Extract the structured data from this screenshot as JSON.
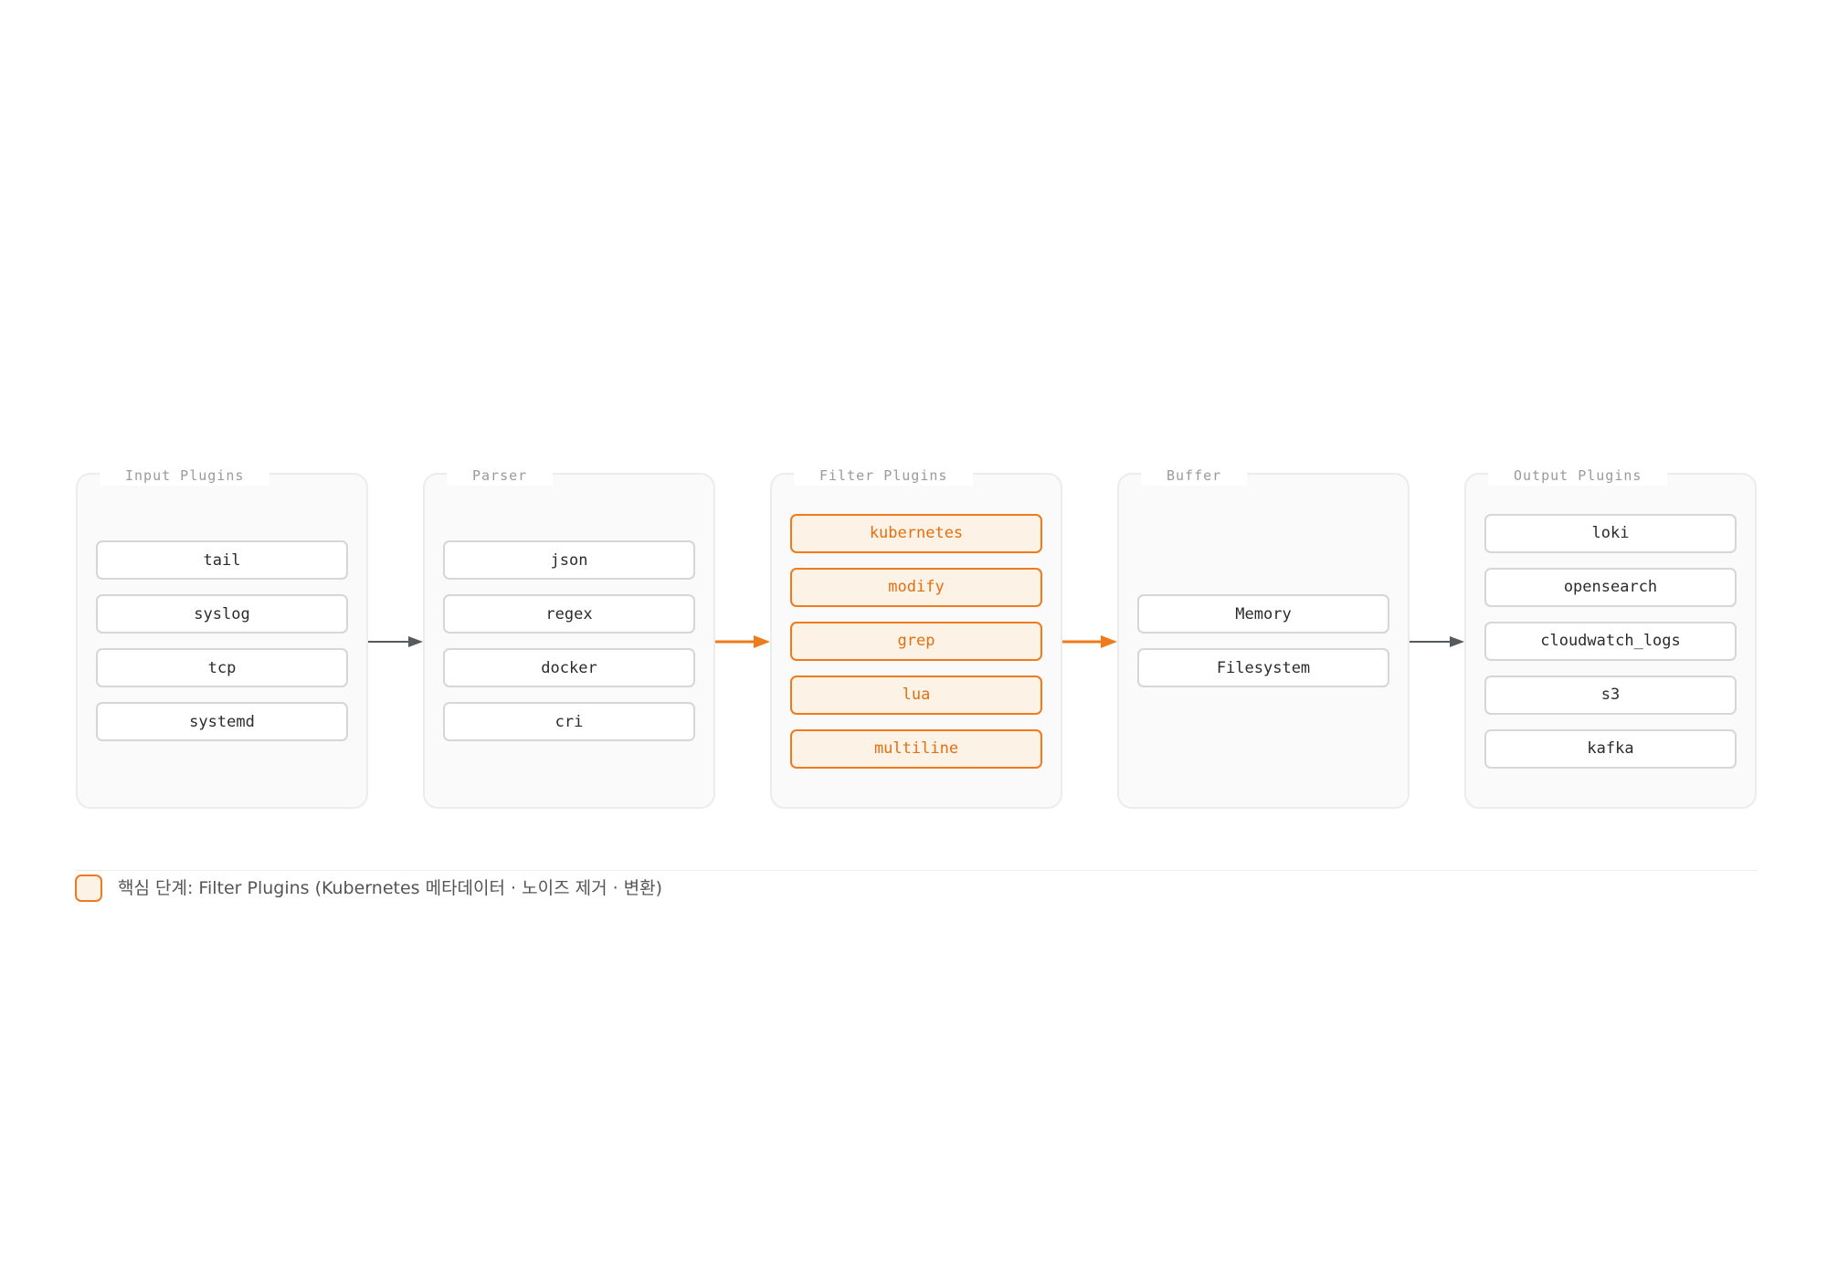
{
  "stages": [
    {
      "label": "Input Plugins",
      "key": false,
      "items": [
        "tail",
        "syslog",
        "tcp",
        "systemd"
      ]
    },
    {
      "label": "Parser",
      "key": false,
      "items": [
        "json",
        "regex",
        "docker",
        "cri"
      ]
    },
    {
      "label": "Filter Plugins",
      "key": true,
      "items": [
        "kubernetes",
        "modify",
        "grep",
        "lua",
        "multiline"
      ]
    },
    {
      "label": "Buffer",
      "key": false,
      "items": [
        "Memory",
        "Filesystem"
      ]
    },
    {
      "label": "Output Plugins",
      "key": false,
      "items": [
        "loki",
        "opensearch",
        "cloudwatch_logs",
        "s3",
        "kafka"
      ]
    }
  ],
  "legend": {
    "text": "핵심 단계: Filter Plugins (Kubernetes 메타데이터 · 노이즈 제거 · 변환)"
  },
  "colors": {
    "accent": "#ef7b1c",
    "accent_fill": "#fdf2e6",
    "neutral_arrow": "#555a60"
  }
}
